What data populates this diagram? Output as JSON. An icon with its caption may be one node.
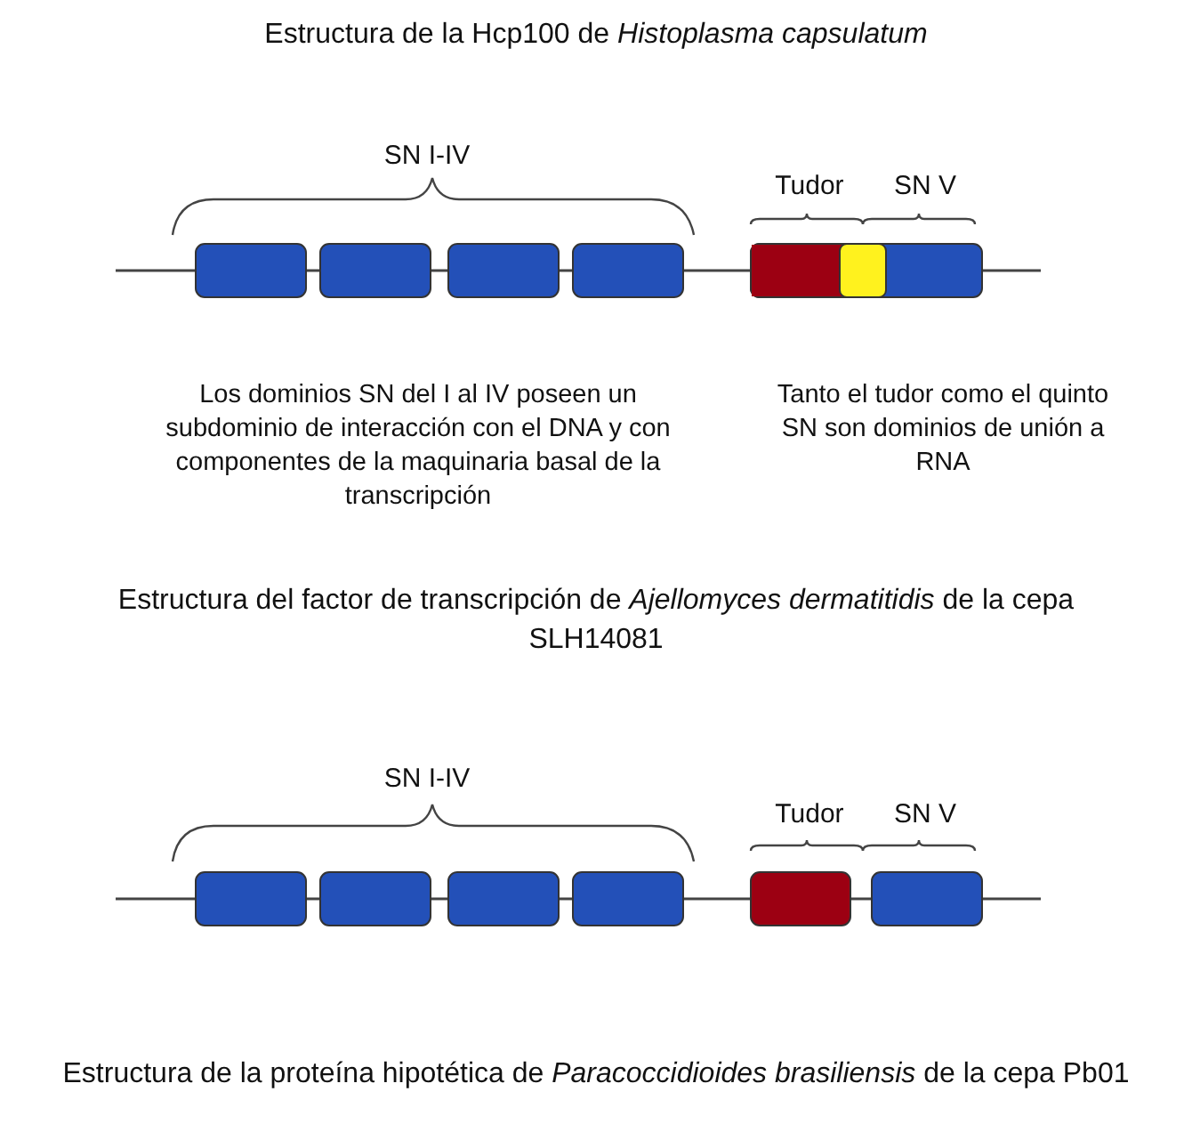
{
  "diagram": {
    "labels": [
      "Estructura de la Hcp100 de *Histoplasma capsulatum*",
      "SN I-IV",
      "Tudor",
      "SN V",
      "Los dominios SN del I al IV poseen un subdominio de interacción con el DNA y con componentes de la maquinaria basal de la transcripción",
      "Tanto el tudor como el quinto SN son dominios de unión a RNA",
      "Estructura del factor de transcripción de *Ajellomyces dermatitidis* de la cepa SLH14081",
      "SN I-IV",
      "Tudor",
      "SN V",
      "Estructura de la proteína hipotética de *Paracoccidioides brasiliensis* de la cepa Pb01"
    ]
  }
}
